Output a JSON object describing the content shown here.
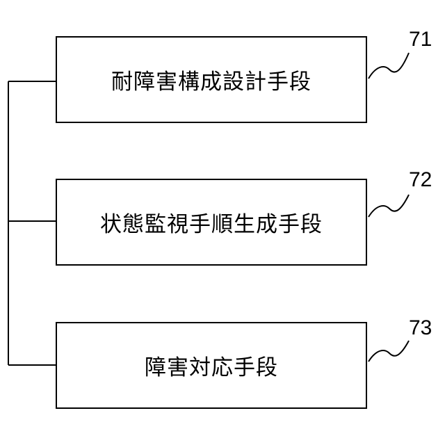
{
  "diagram": {
    "blocks": [
      {
        "label": "耐障害構成設計手段",
        "reference": "71"
      },
      {
        "label": "状態監視手順生成手段",
        "reference": "72"
      },
      {
        "label": "障害対応手段",
        "reference": "73"
      }
    ],
    "line_color": "#000000"
  }
}
